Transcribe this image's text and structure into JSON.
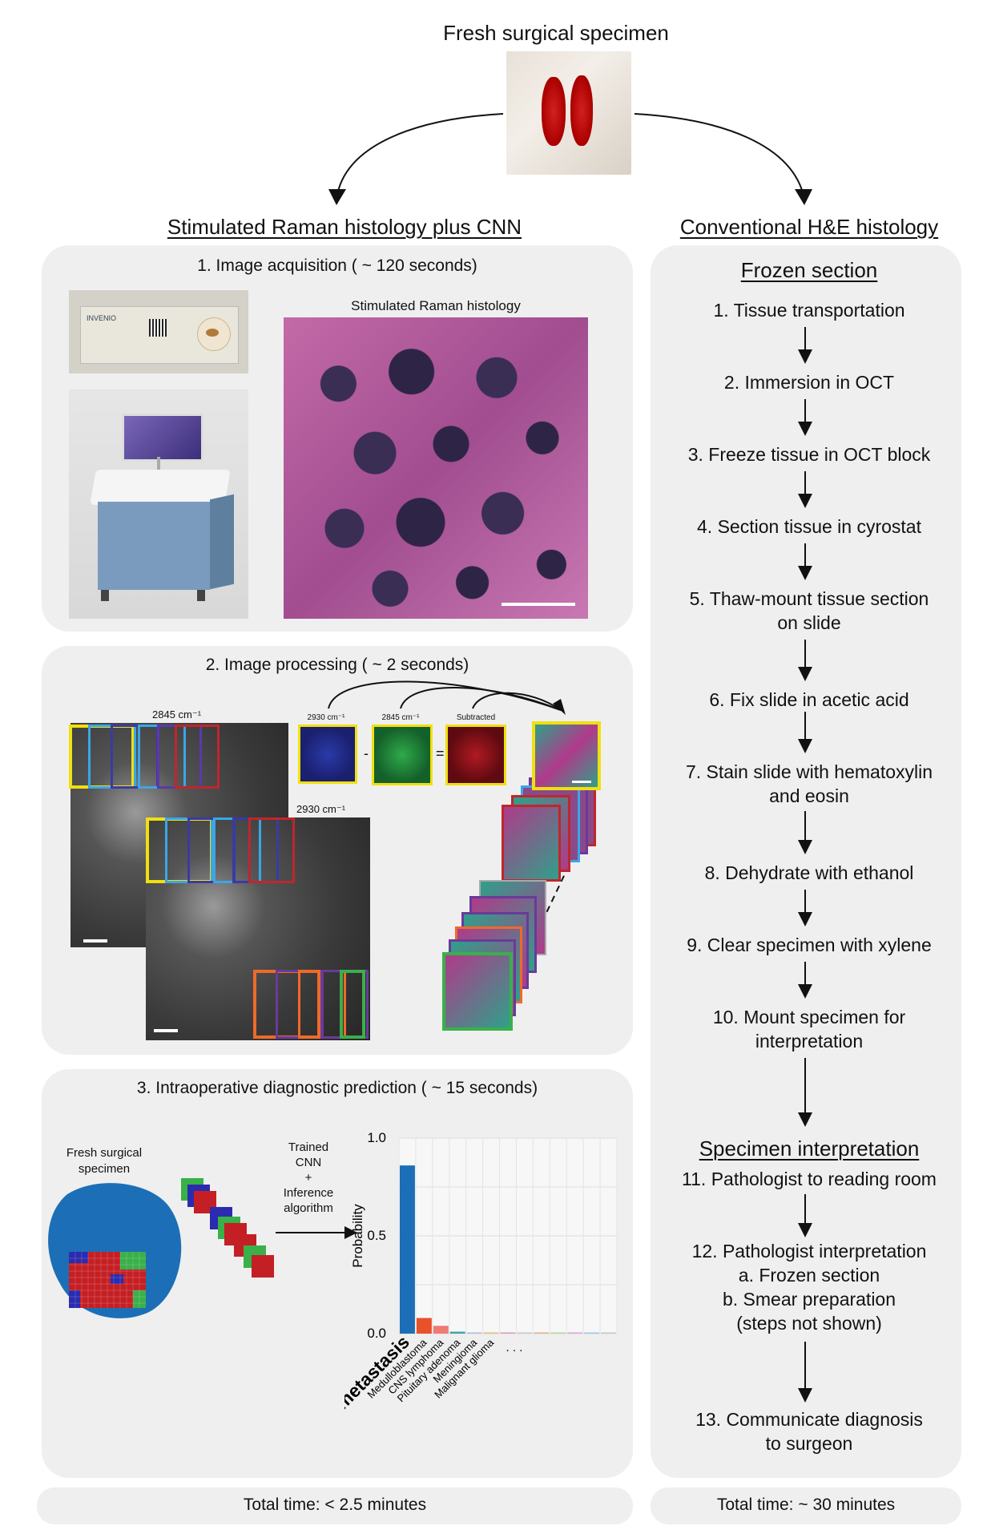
{
  "top": {
    "title": "Fresh surgical specimen"
  },
  "left_header": "Stimulated Raman histology plus CNN",
  "right_header": "Conventional H&E histology",
  "panel1": {
    "title": "1. Image acquisition ( ~ 120 seconds)",
    "srh_label": "Stimulated Raman histology",
    "slide_text": "INVENIO"
  },
  "panel2": {
    "title": "2. Image processing ( ~ 2 seconds)",
    "label_2845_big": "2845 cm⁻¹",
    "label_2930_big": "2930 cm⁻¹",
    "label_2930_small": "2930 cm⁻¹",
    "label_2845_small": "2845 cm⁻¹",
    "label_subtracted": "Subtracted",
    "minus": "-",
    "equals": "="
  },
  "panel3": {
    "title": "3. Intraoperative diagnostic prediction ( ~ 15 seconds)",
    "specimen_label_1": "Fresh surgical",
    "specimen_label_2": "specimen",
    "cnn_1": "Trained",
    "cnn_2": "CNN",
    "cnn_3": "+",
    "cnn_4": "Inference",
    "cnn_5": "algorithm"
  },
  "chart_data": {
    "type": "bar",
    "ylabel": "Probability",
    "ylim": [
      0,
      1.0
    ],
    "yticks": [
      "1.0",
      "0.5",
      "0.0"
    ],
    "categories": [
      "Brain metastasis",
      "Medulloblastoma",
      "CNS lymphoma",
      "Pituitary adenoma",
      "Meningioma",
      "Malignant glioma"
    ],
    "ellipsis": ". . .",
    "values": [
      0.86,
      0.08,
      0.04,
      0.01,
      0.005,
      0.004,
      0.003,
      0.003,
      0.002,
      0.002,
      0.002,
      0.002,
      0.002
    ],
    "colors": [
      "#1c6fb6",
      "#e8512a",
      "#f07a74",
      "#3fa7a6",
      "#b9b9e0",
      "#d9c27a",
      "#e09ab4",
      "#c9c9c9",
      "#e5b088",
      "#b4d79b",
      "#d9a3d9",
      "#9fc5e8",
      "#c7c7c7"
    ],
    "grid": true
  },
  "total_left": "Total time: < 2.5 minutes",
  "total_right": "Total time: ~ 30 minutes",
  "right": {
    "frozen_title": "Frozen section",
    "steps": [
      [
        "1. Tissue transportation"
      ],
      [
        "2. Immersion in OCT"
      ],
      [
        "3. Freeze tissue in OCT block"
      ],
      [
        "4. Section tissue in cyrostat"
      ],
      [
        "5. Thaw-mount tissue section",
        "on slide"
      ],
      [
        "6. Fix slide in acetic acid"
      ],
      [
        "7. Stain slide with hematoxylin",
        "and eosin"
      ],
      [
        "8. Dehydrate with ethanol"
      ],
      [
        "9. Clear specimen with xylene"
      ],
      [
        "10. Mount specimen for",
        "interpretation"
      ]
    ],
    "interp_title": "Specimen interpretation",
    "step11": "11. Pathologist to reading room",
    "step12": [
      "12. Pathologist interpretation",
      "a. Frozen section",
      "b. Smear preparation",
      "(steps not shown)"
    ],
    "step13": [
      "13. Communicate diagnosis",
      "to surgeon"
    ]
  }
}
